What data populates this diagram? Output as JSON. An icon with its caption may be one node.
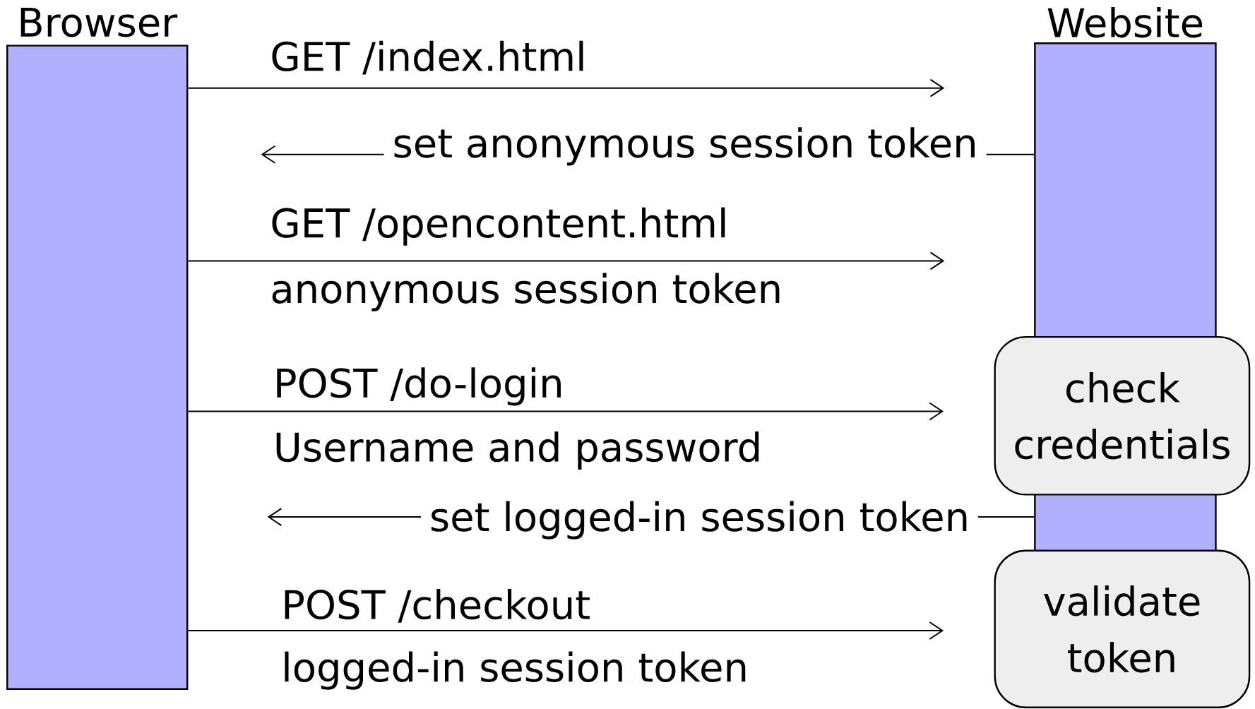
{
  "diagram": {
    "nodes": [
      {
        "text": [
          "Browser"
        ]
      },
      {
        "text": [
          "Website"
        ]
      },
      {
        "text": [
          "check credentials"
        ]
      },
      {
        "text": [
          "validate token"
        ]
      }
    ],
    "edges": [
      {
        "from": 0,
        "to": null,
        "arrow": "to",
        "label": "GET /index.html"
      },
      {
        "from": 1,
        "to": 0,
        "arrow": "to",
        "label": "set anonymous session token"
      },
      {
        "from": 0,
        "to": null,
        "arrow": "to",
        "label": "GET /opencontent.html"
      },
      {
        "from": 0,
        "to": 2,
        "arrow": "to",
        "label": "POST /do-login"
      },
      {
        "from": 1,
        "to": 0,
        "arrow": "to",
        "label": "set logged-in session token"
      },
      {
        "from": 0,
        "to": 3,
        "arrow": "to",
        "label": "POST /checkout"
      }
    ],
    "labels": [
      "anonymous session token",
      "Username and password",
      "logged-in session token"
    ]
  }
}
